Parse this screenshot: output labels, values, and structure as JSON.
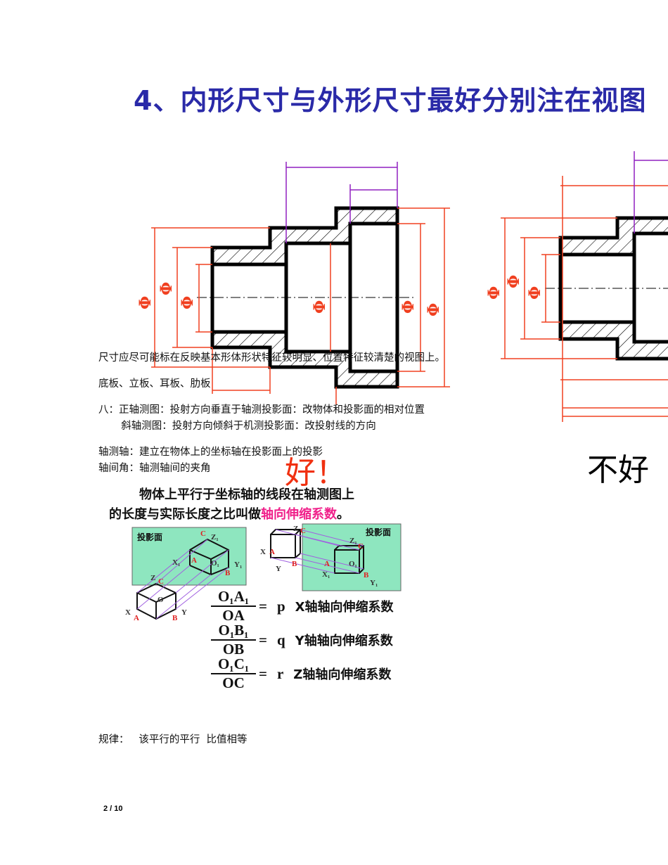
{
  "slide": {
    "title": "4、内形尺寸与外形尺寸最好分别注在视图",
    "good_label": "好！",
    "bad_label": "不好",
    "dim_symbol": "Φ"
  },
  "notes": [
    " 尺寸应尽可能标在反映基本形体形状特征较明显、位置特征较清楚的视图上。",
    "底板、立板、耳板、肋板",
    "八：正轴测图：投射方向垂直于轴测投影面：改物体和投影面的相对位置",
    "       斜轴测图：投射方向倾斜于机测投影面：改投射线的方向",
    "轴测轴：建立在物体上的坐标轴在投影面上的投影",
    "轴间角：轴测轴间的夹角"
  ],
  "figure": {
    "title_line1": "物体上平行于坐标轴的线段在轴测图上",
    "title_line2_prefix": "的长度与实际长度之比叫做",
    "title_line2_highlight": "轴向伸缩系数",
    "title_line2_suffix": "。",
    "plane_label": "投影面",
    "highlight_color": "#f0208a",
    "plane_color": "#8ee6bf",
    "formulas": [
      {
        "num": "O₁A₁",
        "den": "OA",
        "sym": "p",
        "desc": "X轴轴向伸缩系数"
      },
      {
        "num": "O₁B₁",
        "den": "OB",
        "sym": "q",
        "desc": "Y轴轴向伸缩系数"
      },
      {
        "num": "O₁C₁",
        "den": "OC",
        "sym": "r",
        "desc": "Z轴轴向伸缩系数"
      }
    ],
    "labels": {
      "A": "A",
      "B": "B",
      "C": "C",
      "O": "O",
      "O1": "O₁",
      "X": "X",
      "Y": "Y",
      "Z": "Z",
      "X1": "X₁",
      "Y1": "Y₁",
      "Z1": "Z₁"
    }
  },
  "rule": "规律：   该平行的平行  比值相等",
  "footer": {
    "page": "2 / 10"
  }
}
